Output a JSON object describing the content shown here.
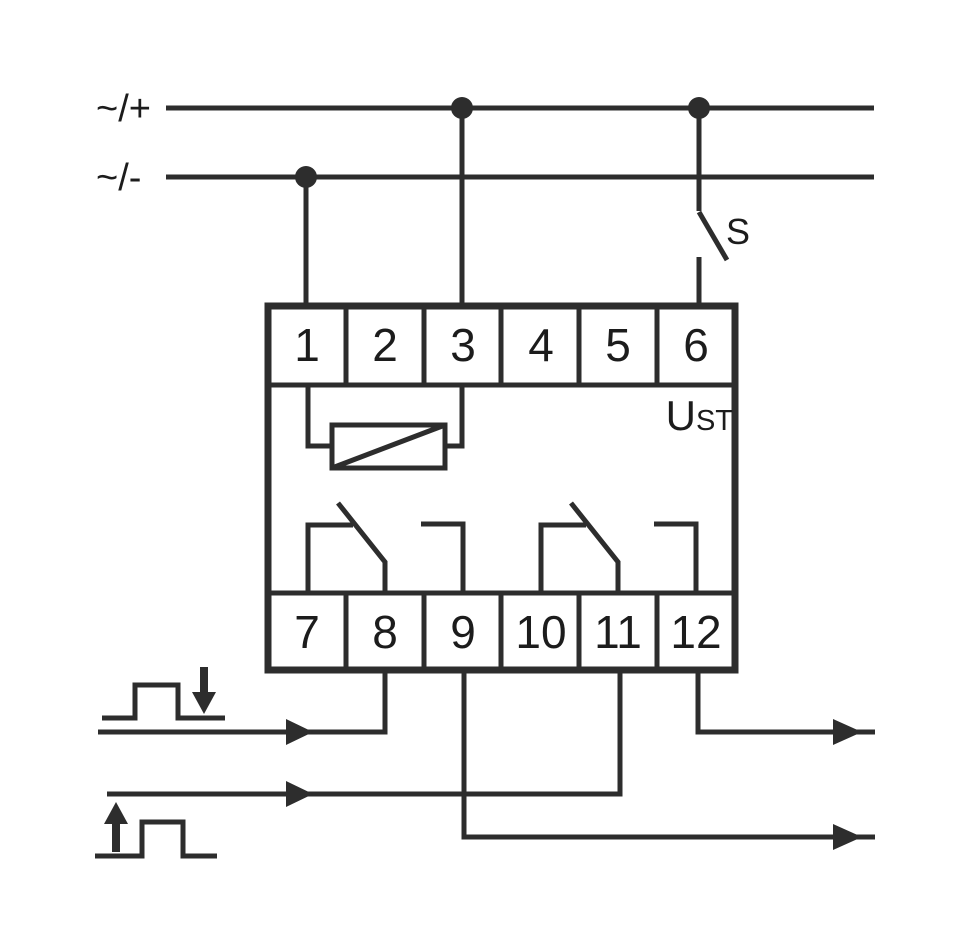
{
  "diagram": {
    "colors": {
      "line": "#2d2d2d",
      "text": "#1c1c1c",
      "background": "#ffffff"
    },
    "labels": {
      "supply_line_top": "~/+",
      "supply_line_bottom": "~/-",
      "switch": "S",
      "control_voltage_main": "U",
      "control_voltage_sub": "ST"
    },
    "terminals": {
      "top": [
        "1",
        "2",
        "3",
        "4",
        "5",
        "6"
      ],
      "bottom": [
        "7",
        "8",
        "9",
        "10",
        "11",
        "12"
      ]
    }
  }
}
